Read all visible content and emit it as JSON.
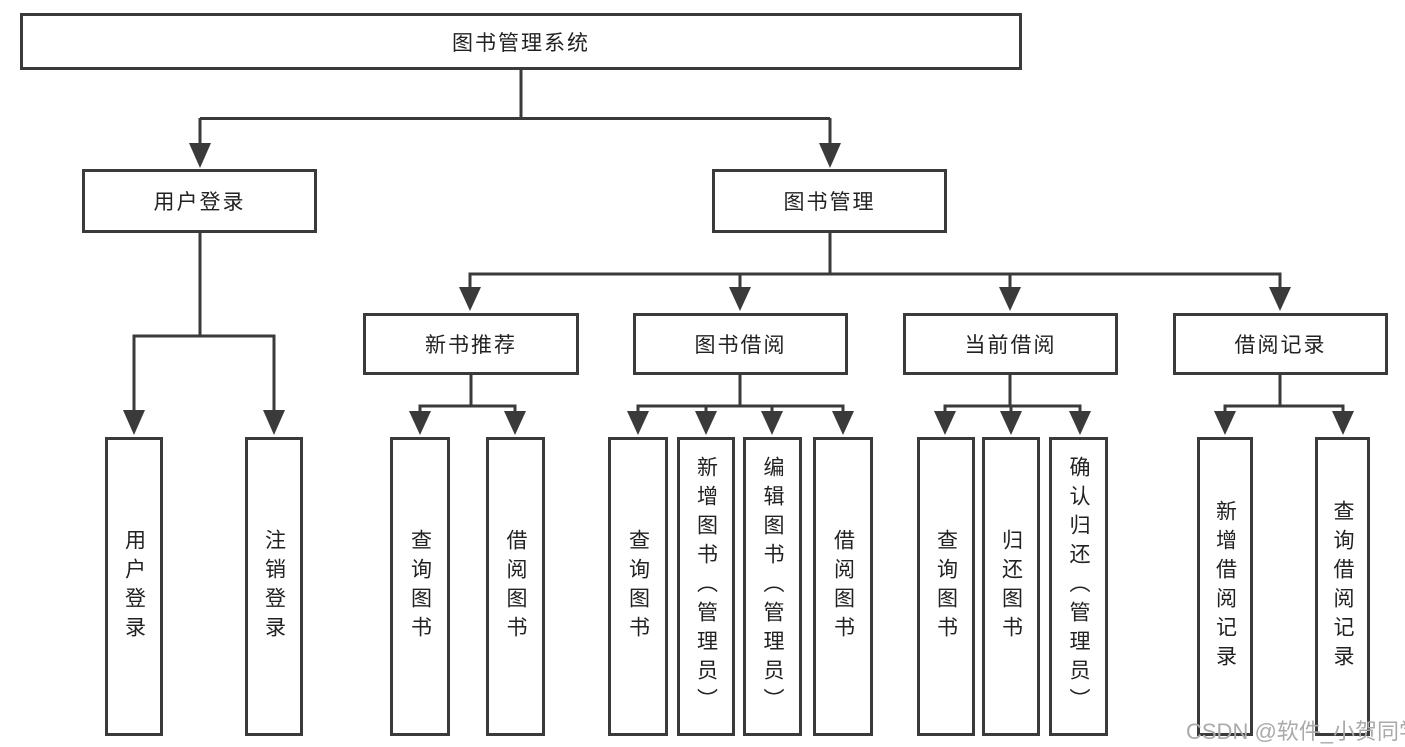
{
  "diagram_title": "图书管理系统",
  "tree": {
    "label": "图书管理系统",
    "children": [
      {
        "label": "用户登录",
        "children": [
          {
            "label": "用户登录"
          },
          {
            "label": "注销登录"
          }
        ]
      },
      {
        "label": "图书管理",
        "children": [
          {
            "label": "新书推荐",
            "children": [
              {
                "label": "查询图书"
              },
              {
                "label": "借阅图书"
              }
            ]
          },
          {
            "label": "图书借阅",
            "children": [
              {
                "label": "查询图书"
              },
              {
                "label": "新增图书（管理员）"
              },
              {
                "label": "编辑图书（管理员）"
              },
              {
                "label": "借阅图书"
              }
            ]
          },
          {
            "label": "当前借阅",
            "children": [
              {
                "label": "查询图书"
              },
              {
                "label": "归还图书"
              },
              {
                "label": "确认归还（管理员）"
              }
            ]
          },
          {
            "label": "借阅记录",
            "children": [
              {
                "label": "新增借阅记录"
              },
              {
                "label": "查询借阅记录"
              }
            ]
          }
        ]
      }
    ]
  },
  "watermark": "CSDN @软件_小贺同学",
  "colors": {
    "line": "#3a3a3a",
    "box_border": "#3a3a3a",
    "text": "#222222",
    "watermark": "#aaaaaa",
    "background": "#ffffff"
  }
}
